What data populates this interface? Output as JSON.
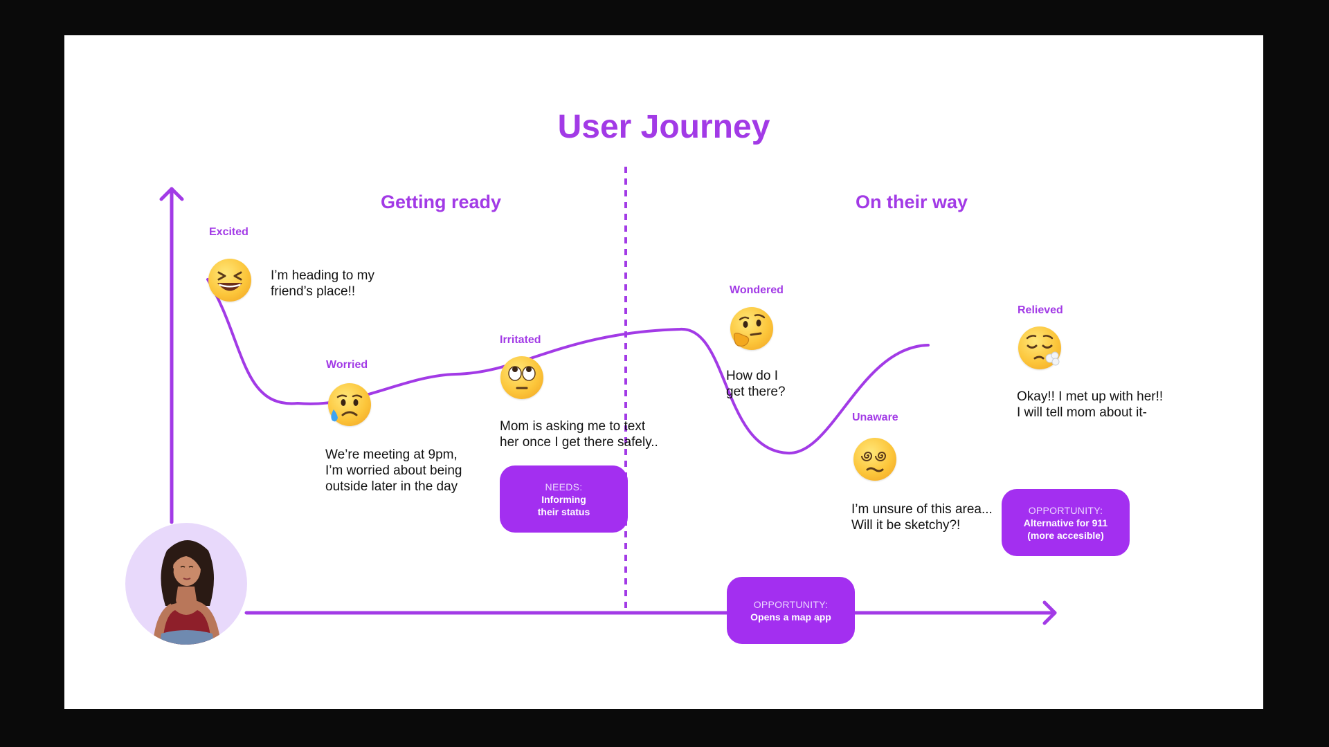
{
  "title": "User Journey",
  "sections": [
    "Getting ready",
    "On their way"
  ],
  "stages": [
    {
      "emotion": "Excited",
      "emoji": "grinning-squinting-face",
      "caption": "I’m heading to my\nfriend’s place!!"
    },
    {
      "emotion": "Worried",
      "emoji": "sad-face-with-sweat",
      "caption": "We’re meeting at 9pm,\nI’m worried about being\noutside later in the day"
    },
    {
      "emotion": "Irritated",
      "emoji": "face-with-rolling-eyes",
      "caption": "Mom is asking me to text\nher once I get there safely.."
    },
    {
      "emotion": "Wondered",
      "emoji": "thinking-face",
      "caption": "How do I\nget there?"
    },
    {
      "emotion": "Unaware",
      "emoji": "face-with-spiral-eyes",
      "caption": "I’m unsure of this area...\nWill it be sketchy?!"
    },
    {
      "emotion": "Relieved",
      "emoji": "face-exhaling",
      "caption": "Okay!! I met up with her!!\nI will tell mom about it-"
    }
  ],
  "cards": [
    {
      "head": "NEEDS:",
      "body": "Informing\ntheir status"
    },
    {
      "head": "OPPORTUNITY:",
      "body": "Alternative for 911\n(more accesible)"
    },
    {
      "head": "OPPORTUNITY:",
      "body": "Opens a map app"
    }
  ],
  "colors": {
    "accent": "#a23ae6",
    "card": "#a32ff0",
    "background": "#0a0a0a",
    "slide": "#ffffff",
    "avatar_bg": "#e8d9fb"
  }
}
